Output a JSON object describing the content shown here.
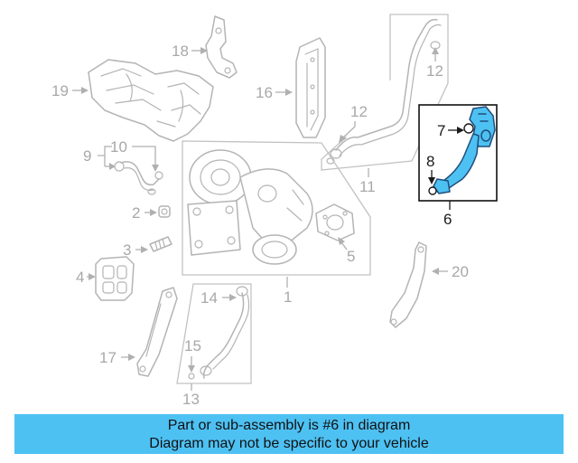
{
  "callouts": {
    "c1": "1",
    "c2": "2",
    "c3": "3",
    "c4": "4",
    "c5": "5",
    "c6": "6",
    "c7": "7",
    "c8": "8",
    "c9": "9",
    "c10": "10",
    "c11": "11",
    "c12a": "12",
    "c12b": "12",
    "c13": "13",
    "c14": "14",
    "c15": "15",
    "c16": "16",
    "c17": "17",
    "c18": "18",
    "c19": "19",
    "c20": "20"
  },
  "highlight": {
    "fill": "#4ec1f3",
    "stroke": "#1f4f7a"
  },
  "banner": {
    "line1": "Part or sub-assembly is #6 in diagram",
    "line2": "Diagram may not be specific to your vehicle",
    "color": "#4ec1f3"
  }
}
